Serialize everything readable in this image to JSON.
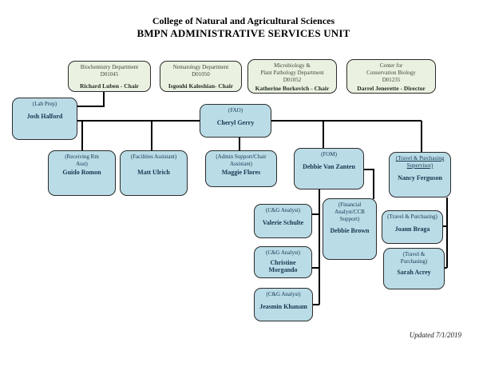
{
  "title": {
    "line1": "College of Natural and Agricultural Sciences",
    "line2": "BMPN ADMINISTRATIVE SERVICES UNIT"
  },
  "departments": [
    {
      "line1": "Biochemistry Department",
      "line2": "",
      "code": "D01045",
      "head": "Richard Luben - Chair"
    },
    {
      "line1": "Nematology Department",
      "line2": "",
      "code": "D01050",
      "head": "Isgouhi Kaloshian- Chair"
    },
    {
      "line1": "Microbiology &",
      "line2": "Plant Pathology Department",
      "code": "D01052",
      "head": "Katherine Borkovich - Chair"
    },
    {
      "line1": "Center for",
      "line2": "Conservation Biology",
      "code": "D01235",
      "head": "Darrel Jenerette - Director"
    }
  ],
  "staff": {
    "josh": {
      "role": "(Lab Prep)",
      "name": "Josh Halford"
    },
    "cheryl": {
      "role": "(FAO)",
      "name": "Cheryl Gerry"
    },
    "guido": {
      "role": "(Receiving Rm Asst)",
      "name": "Guido Romon"
    },
    "matt": {
      "role": "(Facilities Assistant)",
      "name": "Matt Ulrich"
    },
    "maggie": {
      "role": "(Admin Support/Chair Assistant)",
      "name": "Maggie Flores"
    },
    "debbie_vz": {
      "role": "(FOM)",
      "name": "Debbie Van Zanten"
    },
    "nancy": {
      "role": "(Travel & Purchasing Supervisor)",
      "name": "Nancy Ferguson"
    },
    "valerie": {
      "role": "(C&G Analyst)",
      "name": "Valerie Schulte"
    },
    "debbie_b": {
      "role": "(Financial Analyst/CCB Support)",
      "name": "Debbie Brown"
    },
    "joann": {
      "role": "(Travel & Purchasing)",
      "name": "Joann Braga"
    },
    "christine": {
      "role": "(C&G Analyst)",
      "name": "Christine Morgando"
    },
    "sarah": {
      "role": "(Travel & Purchasing)",
      "name": "Sarah Acrey"
    },
    "jeasmin": {
      "role": "(C&G Analyst)",
      "name": "Jeasmin Khanam"
    }
  },
  "footer": {
    "updated": "Updated 7/1/2019"
  },
  "colors": {
    "dept_fill": "#eaf1e0",
    "staff_fill": "#badce7",
    "box_border": "#2b2b2b",
    "line": "#000000",
    "staff_text": "#14364f",
    "dept_text": "#3c463c",
    "title_text": "#000000"
  }
}
